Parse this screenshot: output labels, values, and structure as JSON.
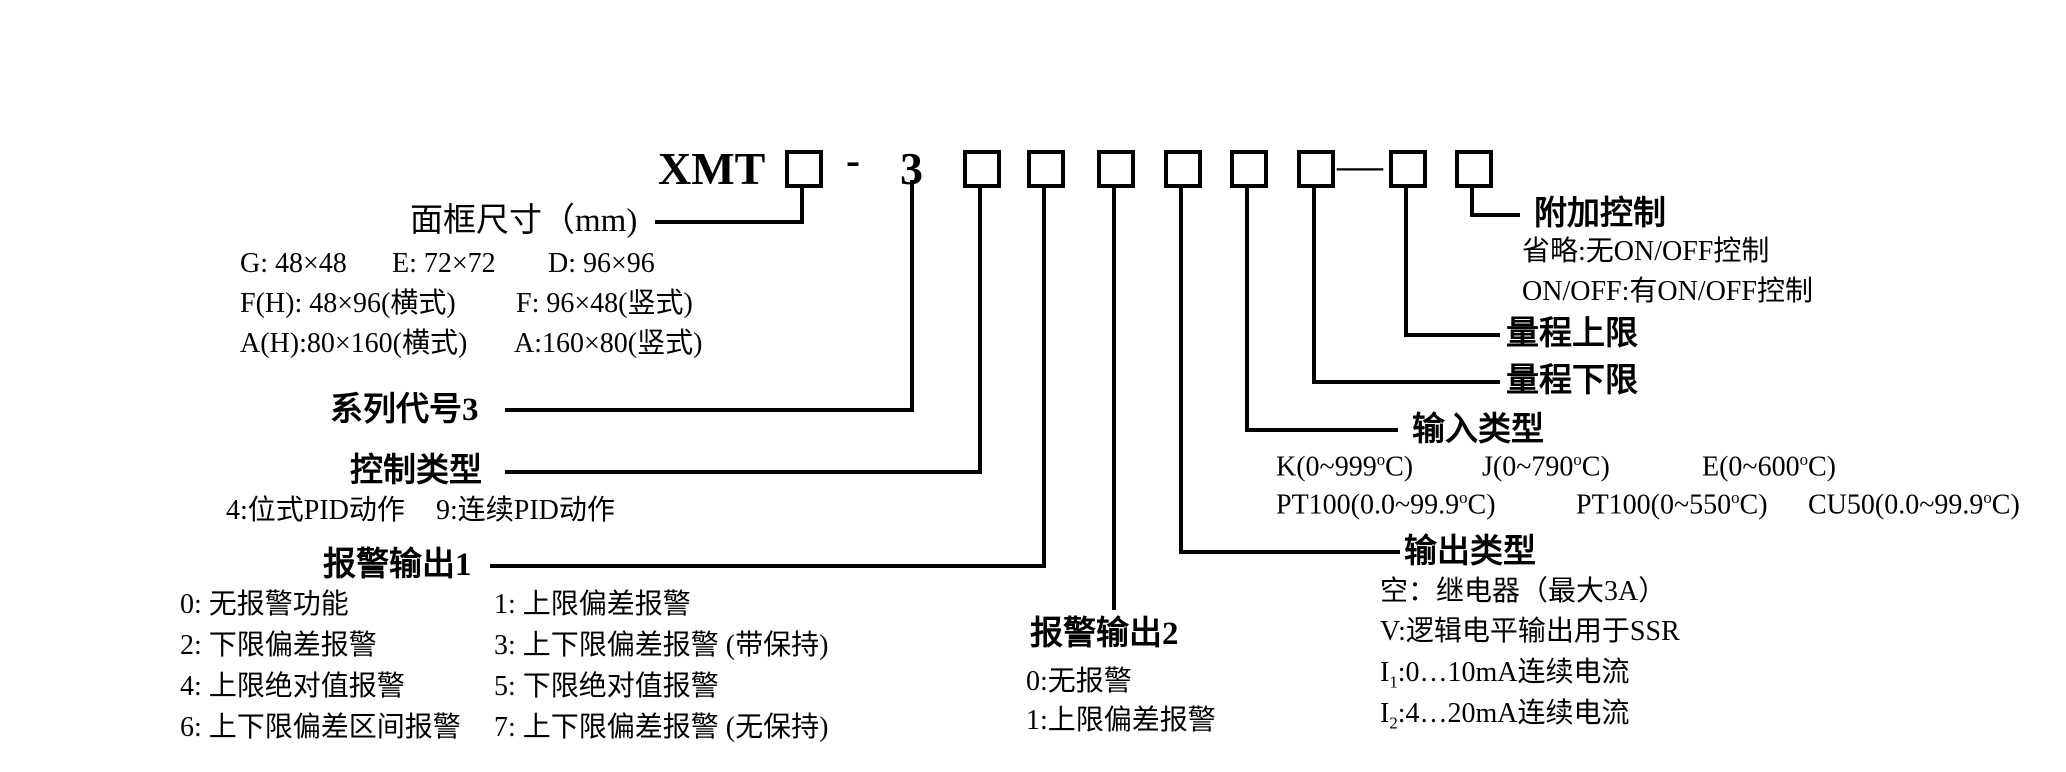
{
  "code": {
    "prefix": "XMT",
    "dash1": "-",
    "series": "3",
    "dash2": "—"
  },
  "panel_size": {
    "title": "面框尺寸（mm)",
    "options": [
      "G: 48×48",
      "E: 72×72",
      "D: 96×96",
      "F(H): 48×96(横式)",
      "F: 96×48(竖式)",
      "A(H):80×160(横式)",
      "A:160×80(竖式)"
    ]
  },
  "series": {
    "title": "系列代号3"
  },
  "control_type": {
    "title": "控制类型",
    "options": [
      "4:位式PID动作",
      "9:连续PID动作"
    ]
  },
  "alarm1": {
    "title": "报警输出1",
    "options": [
      "0: 无报警功能",
      "1: 上限偏差报警",
      "2: 下限偏差报警",
      "3: 上下限偏差报警 (带保持)",
      "4: 上限绝对值报警",
      "5: 下限绝对值报警",
      "6: 上下限偏差区间报警",
      "7: 上下限偏差报警 (无保持)"
    ]
  },
  "alarm2": {
    "title": "报警输出2",
    "options": [
      "0:无报警",
      "1:上限偏差报警"
    ]
  },
  "output_type": {
    "title": "输出类型",
    "options": [
      "空：继电器（最大3A）",
      "V:逻辑电平输出用于SSR"
    ],
    "i1": {
      "label": "I",
      "sub": "1",
      "rest": ":0…10mA连续电流"
    },
    "i2": {
      "label": "I",
      "sub": "2",
      "rest": ":4…20mA连续电流"
    }
  },
  "input_type": {
    "title": "输入类型",
    "options": [
      {
        "main": "K(0~999",
        "sup": "o",
        "end": "C)"
      },
      {
        "main": "J(0~790",
        "sup": "o",
        "end": "C)"
      },
      {
        "main": "E(0~600",
        "sup": "o",
        "end": "C)"
      },
      {
        "main": "PT100(0.0~99.9",
        "sup": "o",
        "end": "C)"
      },
      {
        "main": "PT100(0~550",
        "sup": "o",
        "end": "C)"
      },
      {
        "main": "CU50(0.0~99.9",
        "sup": "o",
        "end": "C)"
      }
    ]
  },
  "range_low": {
    "title": "量程下限"
  },
  "range_high": {
    "title": "量程上限"
  },
  "extra_control": {
    "title": "附加控制",
    "options": [
      "省略:无ON/OFF控制",
      "ON/OFF:有ON/OFF控制"
    ]
  }
}
